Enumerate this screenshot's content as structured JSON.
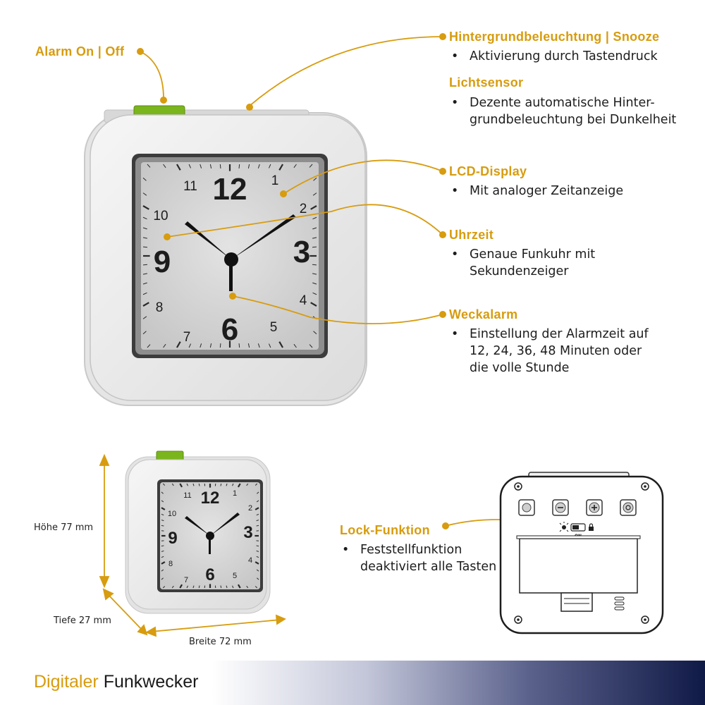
{
  "callouts": {
    "alarm": {
      "title": "Alarm On | Off"
    },
    "backlight": {
      "title": "Hintergrundbeleuchtung | Snooze",
      "bullets": [
        "Aktivierung durch Tastendruck"
      ]
    },
    "light_sensor": {
      "title": "Lichtsensor",
      "bullets": [
        "Dezente automatische Hinter-\ngrundbeleuchtung bei Dunkelheit"
      ]
    },
    "lcd": {
      "title": "LCD-Display",
      "bullets": [
        "Mit analoger Zeitanzeige"
      ]
    },
    "time": {
      "title": "Uhrzeit",
      "bullets": [
        "Genaue Funkuhr mit\nSekundenzeiger"
      ]
    },
    "wake_alarm": {
      "title": "Weckalarm",
      "bullets": [
        "Einstellung der Alarmzeit auf\n12, 24, 36, 48 Minuten oder\ndie volle Stunde"
      ]
    },
    "lock": {
      "title": "Lock-Funktion",
      "bullets": [
        "Feststellfunktion\ndeaktiviert alle Tasten"
      ]
    }
  },
  "bullet_symbol": "•",
  "dimensions": {
    "height": "Höhe 77 mm",
    "depth": "Tiefe 27 mm",
    "width": "Breite 72 mm"
  },
  "dial_numbers": [
    "12",
    "1",
    "2",
    "3",
    "4",
    "5",
    "6",
    "7",
    "8",
    "9",
    "10",
    "11"
  ],
  "back_panel": {
    "switch_label": "ON"
  },
  "footer": {
    "part1": "Digitaler",
    "part2": "Funkwecker"
  },
  "colors": {
    "accent": "#d79c0f",
    "button_green": "#7ab51d",
    "footer_dark": "#101a46"
  }
}
